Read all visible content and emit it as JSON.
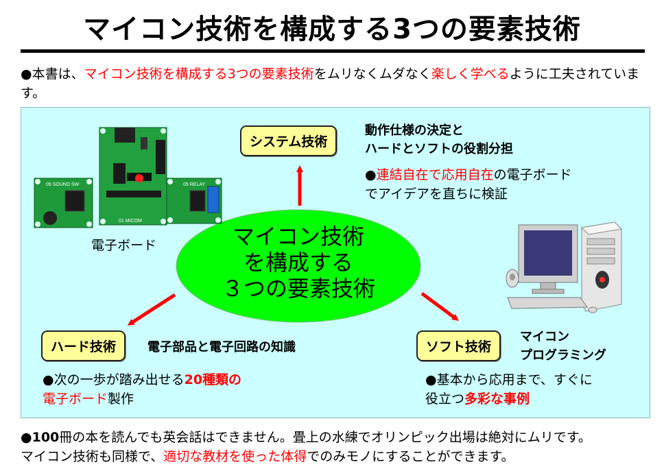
{
  "title": "マイコン技術を構成する3つの要素技術",
  "intro": {
    "p1": "●本書は、",
    "p2": "マイコン技術を構成する3つの要素技術",
    "p3": "をムリなくムダなく",
    "p4": "楽しく学べる",
    "p5": "ように工夫されています。"
  },
  "center": {
    "line1": "マイコン技術",
    "line2": "を構成する",
    "line3": "３つの要素技術"
  },
  "system": {
    "label": "システム技術",
    "desc1": "動作仕様の決定と",
    "desc2": "ハードとソフトの役割分担",
    "b1": "●",
    "b2": "連結自在で応用自在",
    "b3": "の電子ボード",
    "b4": "でアイデアを直ちに検証"
  },
  "hard": {
    "label": "ハード技術",
    "desc": "電子部品と電子回路の知識",
    "b1": "●次の一歩が踏み出せる",
    "b2": "20種類の",
    "b3": "電子ボード",
    "b4": "製作"
  },
  "soft": {
    "label": "ソフト技術",
    "desc1": "マイコン",
    "desc2": "プログラミング",
    "b1": "●基本から応用まで、すぐに",
    "b2": "役立つ",
    "b3": "多彩な事例"
  },
  "board_caption": "電子ボード",
  "board_labels": {
    "left": "09 SOUND SW",
    "center": "01 MICOM",
    "right": "05 RELAY"
  },
  "footer": {
    "b1": "●",
    "b2": "100",
    "b3": "冊の本を読んでも英会話はできません。畳上の水練でオリンピック出場は絶対にムリです。",
    "b4": "マイコン技術も同様で、",
    "b5": "適切な教材を使った体得",
    "b6": "でのみモノにすることができます。"
  },
  "colors": {
    "accent_red": "#ff0000",
    "ellipse_green": "#00ff00",
    "panel_bg": "#ccffff",
    "tag_bg": "#ffff99",
    "pcb_green": "#1e9a3a"
  }
}
